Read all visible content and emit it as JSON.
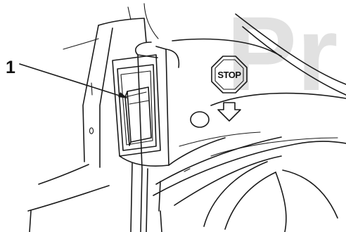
{
  "callout": {
    "number": "1"
  },
  "stop_sign": {
    "text": "STOP"
  },
  "watermark": {
    "text": "Pr"
  },
  "colors": {
    "ink": "#1a1a1a",
    "watermark": "#e1e1e1",
    "background": "#ffffff"
  }
}
